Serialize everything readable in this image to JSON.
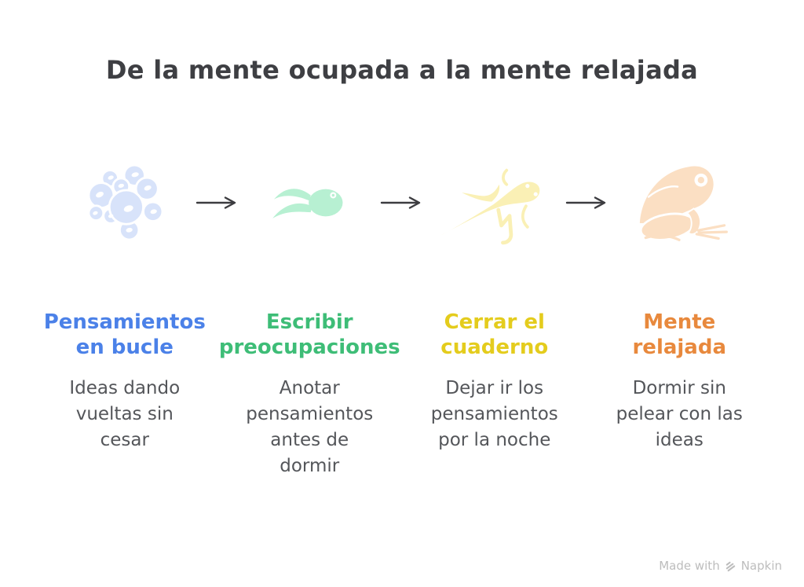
{
  "title": "De la mente ocupada a la mente relajada",
  "title_color": "#3E3F43",
  "arrow_color": "#3C3C40",
  "description_color": "#54565A",
  "stages": [
    {
      "icon": "frog-eggs",
      "icon_color": "#D8E3FA",
      "heading": [
        "Pensamientos",
        "en bucle"
      ],
      "heading_color": "#4B81E8",
      "description": [
        "Ideas dando",
        "vueltas sin",
        "cesar"
      ]
    },
    {
      "icon": "tadpole",
      "icon_color": "#B7F0D2",
      "heading": [
        "Escribir",
        "preocupaciones"
      ],
      "heading_color": "#3EBD77",
      "description": [
        "Anotar",
        "pensamientos",
        "antes de",
        "dormir"
      ]
    },
    {
      "icon": "froglet",
      "icon_color": "#FAF0B5",
      "heading": [
        "Cerrar el",
        "cuaderno"
      ],
      "heading_color": "#E4CC1D",
      "description": [
        "Dejar ir los",
        "pensamientos",
        "por la noche"
      ]
    },
    {
      "icon": "adult-frog",
      "icon_color": "#FBDFC3",
      "heading": [
        "Mente",
        "relajada"
      ],
      "heading_color": "#E8893D",
      "description": [
        "Dormir sin",
        "pelear con las",
        "ideas"
      ]
    }
  ],
  "footer": {
    "made_with_label": "Made with",
    "brand": "Napkin",
    "color": "#BDBDBD"
  }
}
